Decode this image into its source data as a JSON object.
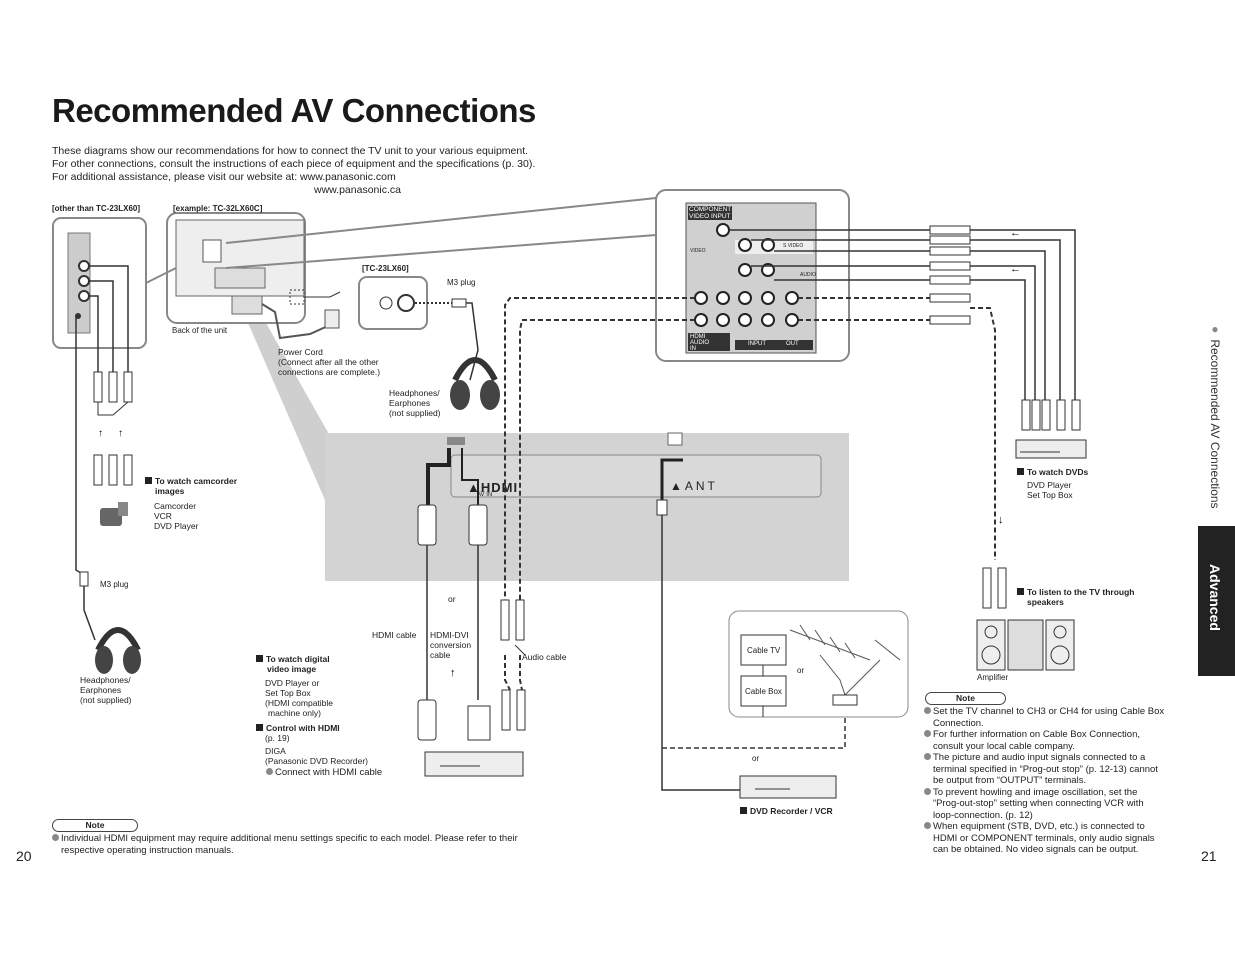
{
  "title": "Recommended AV Connections",
  "intro": {
    "line1": "These diagrams show our recommendations for how to connect the TV unit to your various equipment.",
    "line2": "For other connections, consult the instructions of each piece of equipment and the specifications (p. 30).",
    "line3": "For additional assistance, please visit our website at: www.panasonic.com",
    "line4": "www.panasonic.ca"
  },
  "labels": {
    "other_than": "[other than TC-23LX60]",
    "example": "[example: TC-32LX60C]",
    "tc23": "[TC-23LX60]",
    "m3_plug_top": "M3 plug",
    "m3_plug_left": "M3 plug",
    "back_of_unit": "Back of the unit",
    "power_cord_1": "Power Cord",
    "power_cord_2": "(Connect after all the other",
    "power_cord_3": "connections are complete.)",
    "headphones_top_1": "Headphones/",
    "headphones_top_2": "Earphones",
    "headphones_top_3": "(not supplied)",
    "headphones_left_1": "Headphones/",
    "headphones_left_2": "Earphones",
    "headphones_left_3": "(not supplied)",
    "camcorder_head_1": "To watch camcorder",
    "camcorder_head_2": "images",
    "camcorder_list_1": "Camcorder",
    "camcorder_list_2": "VCR",
    "camcorder_list_3": "DVD Player",
    "or_1": "or",
    "or_2": "or",
    "or_3": "or",
    "hdmi_cable": "HDMI cable",
    "hdmi_dvi_1": "HDMI-DVI",
    "hdmi_dvi_2": "conversion",
    "hdmi_dvi_3": "cable",
    "audio_cable": "Audio cable",
    "digital_head_1": "To watch digital",
    "digital_head_2": "video image",
    "digital_list_1": "DVD Player or",
    "digital_list_2": "Set Top Box",
    "digital_list_3": "(HDMI compatible",
    "digital_list_4": "machine only)",
    "control_head": "Control with HDMI",
    "control_page": "(p. 19)",
    "diga": "DIGA",
    "diga_sub": "(Panasonic DVD Recorder)",
    "connect_hdmi": "Connect with HDMI cable",
    "dvd_head": "To watch DVDs",
    "dvd_list_1": "DVD Player",
    "dvd_list_2": "Set Top Box",
    "speakers_head_1": "To listen to the TV through",
    "speakers_head_2": "speakers",
    "amplifier": "Amplifier",
    "cable_tv": "Cable TV",
    "cable_box": "Cable Box",
    "dvd_recorder": "DVD Recorder / VCR",
    "hdmi_logo": "HDMI",
    "av_in": "AV   IN",
    "ant": "ANT",
    "component_1": "COMPONENT",
    "component_2": "VIDEO INPUT",
    "hdmi_audio_1": "HDMI",
    "hdmi_audio_2": "AUDIO",
    "hdmi_audio_3": "IN",
    "input": "INPUT",
    "out": "OUT",
    "s_video": "S VIDEO",
    "video": "VIDEO",
    "audio": "AUDIO"
  },
  "note_left": {
    "title": "Note",
    "item1_line1": "Individual HDMI equipment may require additional menu settings specific to each model. Please refer to their",
    "item1_line2": "respective operating instruction manuals."
  },
  "note_right": {
    "title": "Note",
    "items": [
      [
        "Set the TV channel to CH3 or CH4 for using Cable Box",
        "Connection."
      ],
      [
        "For further information on Cable Box Connection,",
        "consult your local cable company."
      ],
      [
        "The picture and audio input signals connected to a",
        "terminal specified in “Prog-out stop” (p. 12-13) cannot",
        "be output from “OUTPUT” terminals."
      ],
      [
        "To prevent howling and image oscillation, set the",
        "“Prog-out-stop” setting when connecting VCR with",
        "loop-connection. (p. 12)"
      ],
      [
        "When equipment (STB, DVD, etc.) is connected to",
        "HDMI or COMPONENT terminals, only audio signals",
        "can be obtained. No video signals can be output."
      ]
    ]
  },
  "page_left": "20",
  "page_right": "21",
  "sidebar": "Recommended AV Connections",
  "tab": "Advanced"
}
